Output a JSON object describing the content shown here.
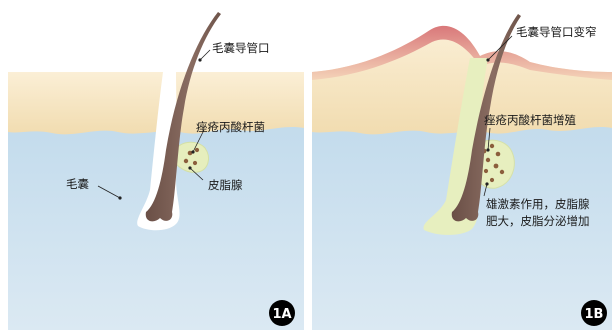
{
  "panel_a": {
    "labels": {
      "follicle_orifice": "毛囊导管口",
      "acne_bacteria": "痤疮丙酸杆菌",
      "sebaceous_gland": "皮脂腺",
      "follicle": "毛囊"
    },
    "badge": "1A"
  },
  "panel_b": {
    "labels": {
      "orifice_narrowing": "毛囊导管口变窄",
      "bacteria_proliferation": "痤疮丙酸杆菌增殖",
      "androgen_line1": "雄激素作用，皮脂腺",
      "androgen_line2": "肥大，皮脂分泌增加"
    },
    "badge": "1B"
  },
  "colors": {
    "background": "#ffffff",
    "epidermis": "#f5e2bd",
    "dermis": "#c5dded",
    "dermis_deep": "#d8e8f2",
    "hair": "#7a6056",
    "sheath": "#ffffff",
    "sebum": "#e7efbf",
    "bacteria": "#8b5e3c",
    "inflammation": "#e08a84",
    "badge": "#000000"
  }
}
